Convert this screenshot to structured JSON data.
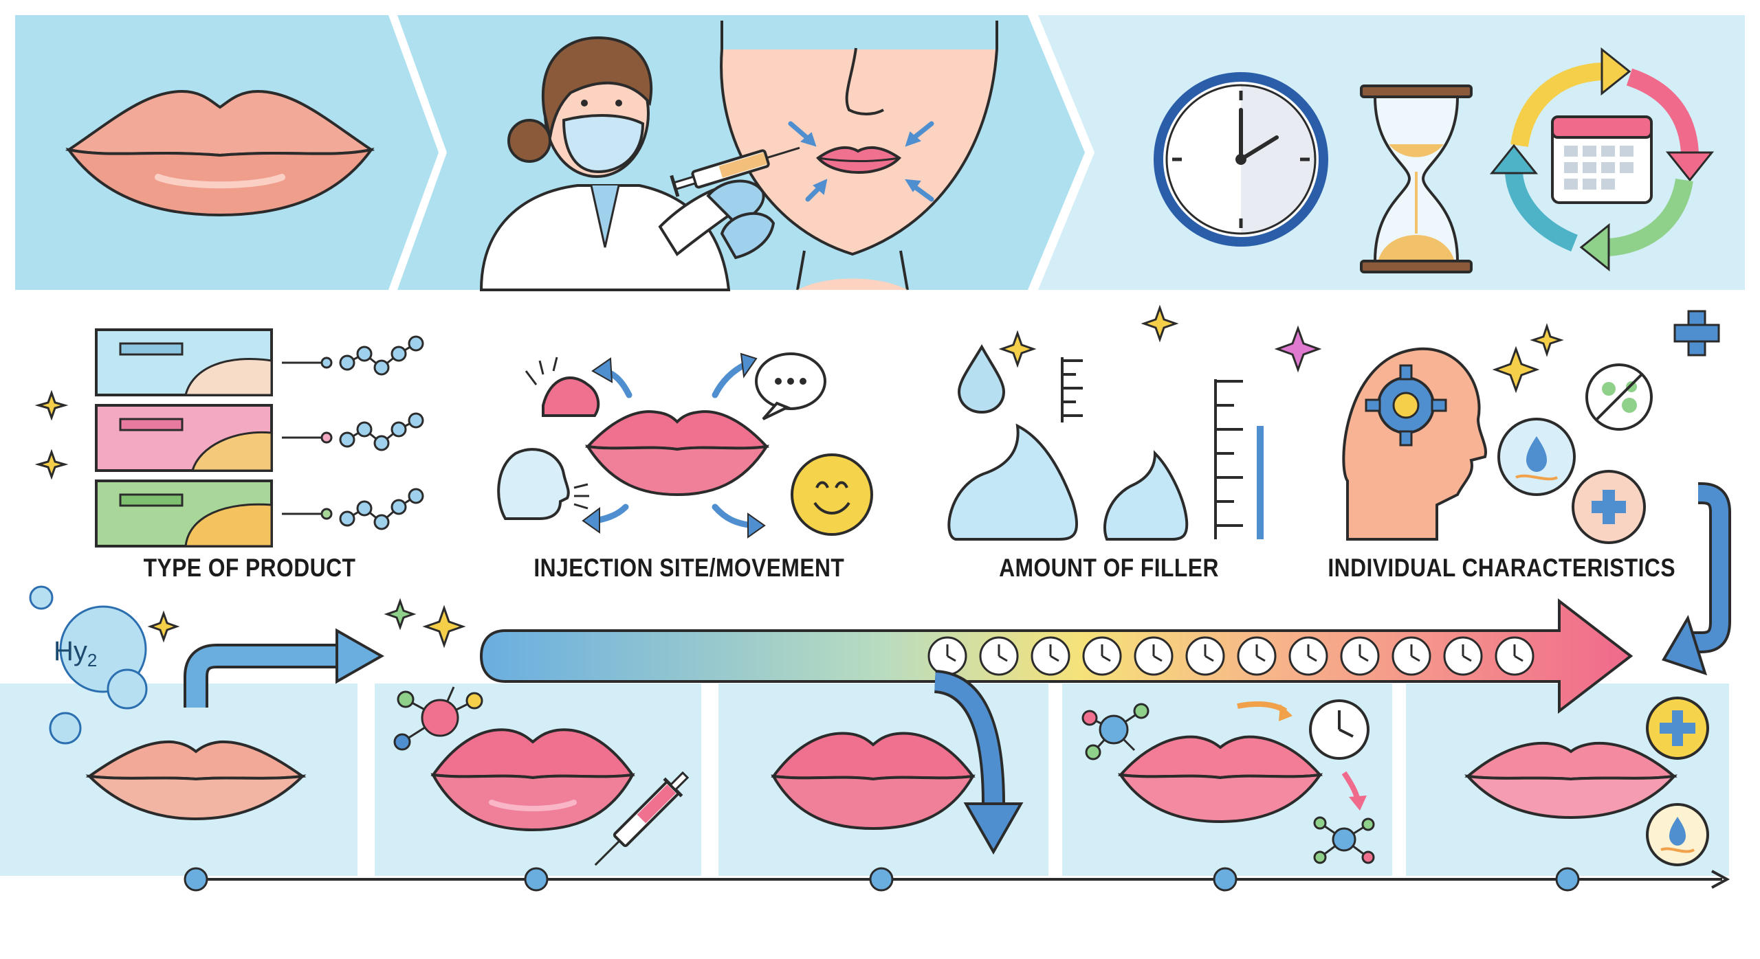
{
  "factors": [
    {
      "label": "TYPE OF PRODUCT",
      "icon": "product-boxes-icon"
    },
    {
      "label": "INJECTION SITE/MOVEMENT",
      "icon": "lip-movement-icon"
    },
    {
      "label": "AMOUNT OF FILLER",
      "icon": "filler-volume-icon"
    },
    {
      "label": "INDIVIDUAL CHARACTERISTICS",
      "icon": "head-gear-icon"
    }
  ],
  "molecule_label": {
    "symbol": "Hy",
    "subscript": "2"
  },
  "top_panels": [
    "natural-lips",
    "injection-procedure",
    "time-icons"
  ],
  "timeline": {
    "stages": [
      "natural-lips",
      "filled-lips",
      "peak-lips",
      "degrading-lips",
      "returned-lips"
    ],
    "clock_count": 12
  },
  "colors": {
    "panel_blue": "#aee0f0",
    "panel_light": "#d3eef7",
    "lip_natural": "#f2a997",
    "lip_filled": "#f0708f",
    "gradient_start": "#6aaee0",
    "gradient_mid": "#f5e27a",
    "gradient_end": "#f06a8c",
    "arrow_blue": "#4f8fd0",
    "outline": "#2b2b2b"
  }
}
